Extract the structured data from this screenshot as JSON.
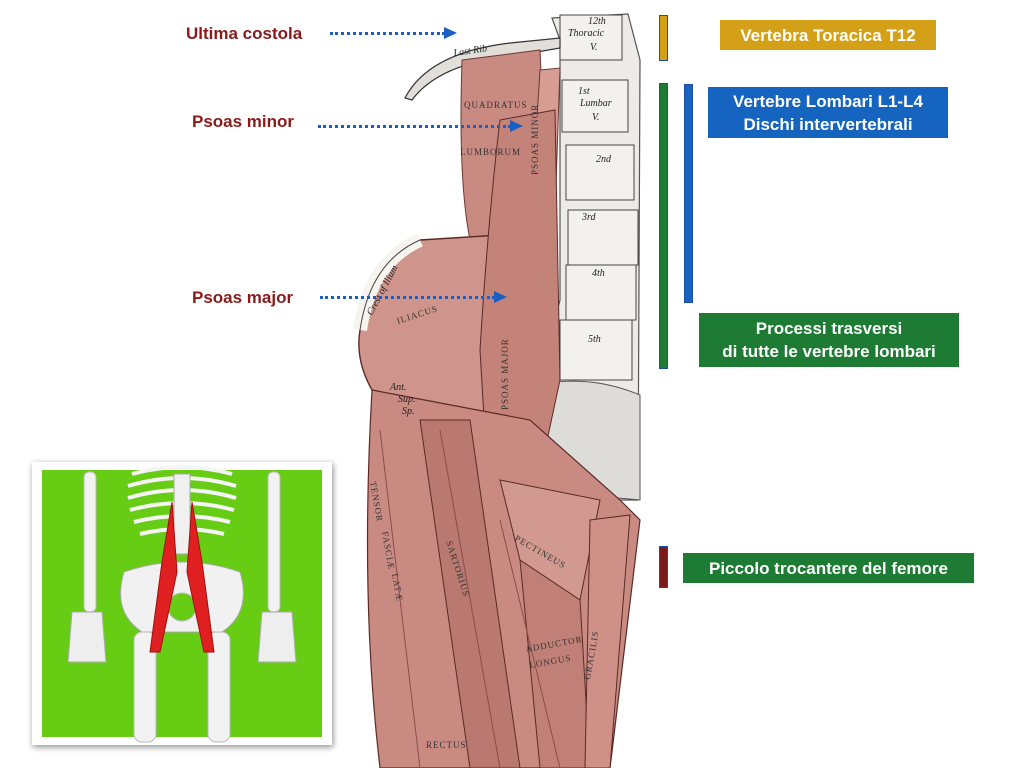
{
  "labels": {
    "ultima_costola": "Ultima costola",
    "psoas_minor": "Psoas minor",
    "psoas_major": "Psoas major"
  },
  "boxes": {
    "t12": "Vertebra Toracica T12",
    "lombari_line1": "Vertebre Lombari L1-L4",
    "lombari_line2": "Dischi intervertebrali",
    "processi_line1": "Processi trasversi",
    "processi_line2": "di tutte le vertebre lombari",
    "trocantere": "Piccolo trocantere del femore"
  },
  "illustration_text": {
    "last_rib": "Last Rib",
    "thoracic_num": "12th",
    "thoracic": "Thoracic",
    "thoracic_v": "V.",
    "lumbar_num": "1st",
    "lumbar": "Lumbar",
    "lumbar_v": "V.",
    "v2": "2nd",
    "v3": "3rd",
    "v4": "4th",
    "v5": "5th",
    "quadratus": "QUADRATUS",
    "lumborum": "LUMBORUM",
    "psoas_minor_text": "PSOAS MINOR",
    "psoas_major_text": "PSOAS MAJOR",
    "crest_ilium": "Crest of Ilium",
    "iliacus": "ILIACUS",
    "ant": "Ant.",
    "sup": "Sup.",
    "sp": "Sp.",
    "tensor": "TENSOR",
    "fasciae": "FASCIÆ",
    "latae": "LATÆ",
    "sartorius": "SARTORIUS",
    "pectineus": "PECTINEUS",
    "adductor": "ADDUCTOR",
    "longus": "LONGUS",
    "gracilis": "GRACILIS",
    "rectus": "RECTUS"
  },
  "colors": {
    "label_red": "#8b1a1a",
    "arrow_blue": "#1a5fc4",
    "gold": "#d4a017",
    "blue": "#1565c0",
    "green": "#1e7b34",
    "dark_red": "#7b1a1a",
    "muscle": "#c98a82",
    "inset_bg": "#66cc14",
    "psoas_highlight": "#e02020"
  }
}
